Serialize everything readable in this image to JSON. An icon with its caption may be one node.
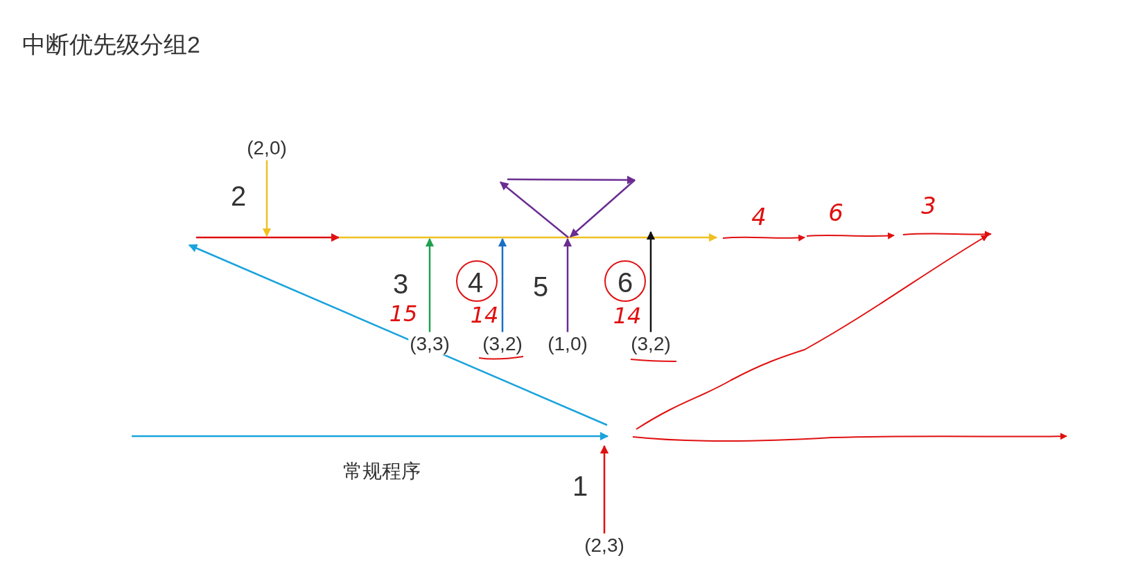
{
  "diagram": {
    "title": "中断优先级分组2",
    "nodes": [
      {
        "text": [
          "(2,0)"
        ]
      },
      {
        "text": [
          "(3,3)"
        ]
      },
      {
        "text": [
          "(3,2)"
        ]
      },
      {
        "text": [
          "(1,0)"
        ]
      },
      {
        "text": [
          "(3,2)"
        ]
      },
      {
        "text": [
          "(2,3)"
        ]
      }
    ],
    "edges": [
      {
        "from": 0,
        "to": null,
        "arrow": "to",
        "color": "#f0c020"
      },
      {
        "from": 1,
        "to": null,
        "arrow": "to",
        "color": "#1fa050"
      },
      {
        "from": 2,
        "to": null,
        "arrow": "to",
        "color": "#1a6fc4"
      },
      {
        "from": 3,
        "to": null,
        "arrow": "to",
        "color": "#6a2c91"
      },
      {
        "from": 4,
        "to": null,
        "arrow": "to",
        "color": "#111111"
      },
      {
        "from": 5,
        "to": null,
        "arrow": "to",
        "color": "#e01010"
      }
    ],
    "labels": [
      "2",
      "4",
      "6",
      "3",
      "3",
      "15",
      "4",
      "14",
      "5",
      "6",
      "14",
      "常规程序",
      "1"
    ]
  }
}
